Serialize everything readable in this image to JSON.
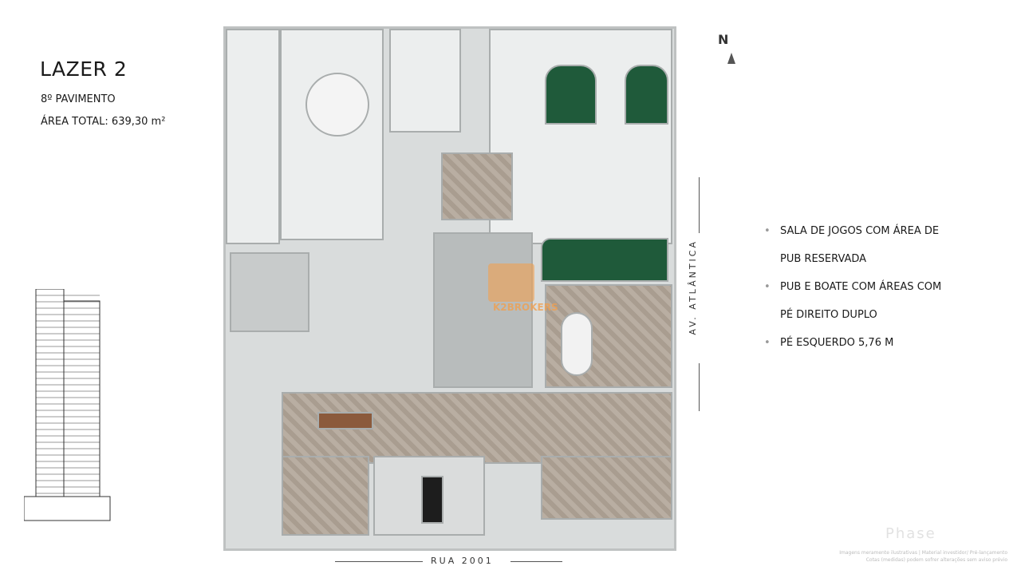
{
  "header": {
    "title": "LAZER 2",
    "floor": "8º PAVIMENTO",
    "area": "ÁREA TOTAL: 639,30 m²"
  },
  "features": [
    "SALA DE JOGOS COM ÁREA DE",
    "PUB RESERVADA",
    "PUB E BOATE COM ÁREAS COM",
    "PÉ DIREITO DUPLO",
    "PÉ ESQUERDO 5,76 M"
  ],
  "labels": {
    "street": "RUA 2001",
    "avenue": "AV. ATLÂNTICA",
    "north": "N"
  },
  "watermark": "K2BROKERS",
  "brand_logo": "Phase",
  "disclaimer": [
    "Imagens meramente ilustrativas | Material investidor/ Pré-lançamento",
    "Cotas (medidas) podem sofrer alterações sem aviso prévio"
  ],
  "colors": {
    "accent_green": "#1f5a3a",
    "wood": "#b9aea2",
    "watermark": "#f0a050"
  }
}
